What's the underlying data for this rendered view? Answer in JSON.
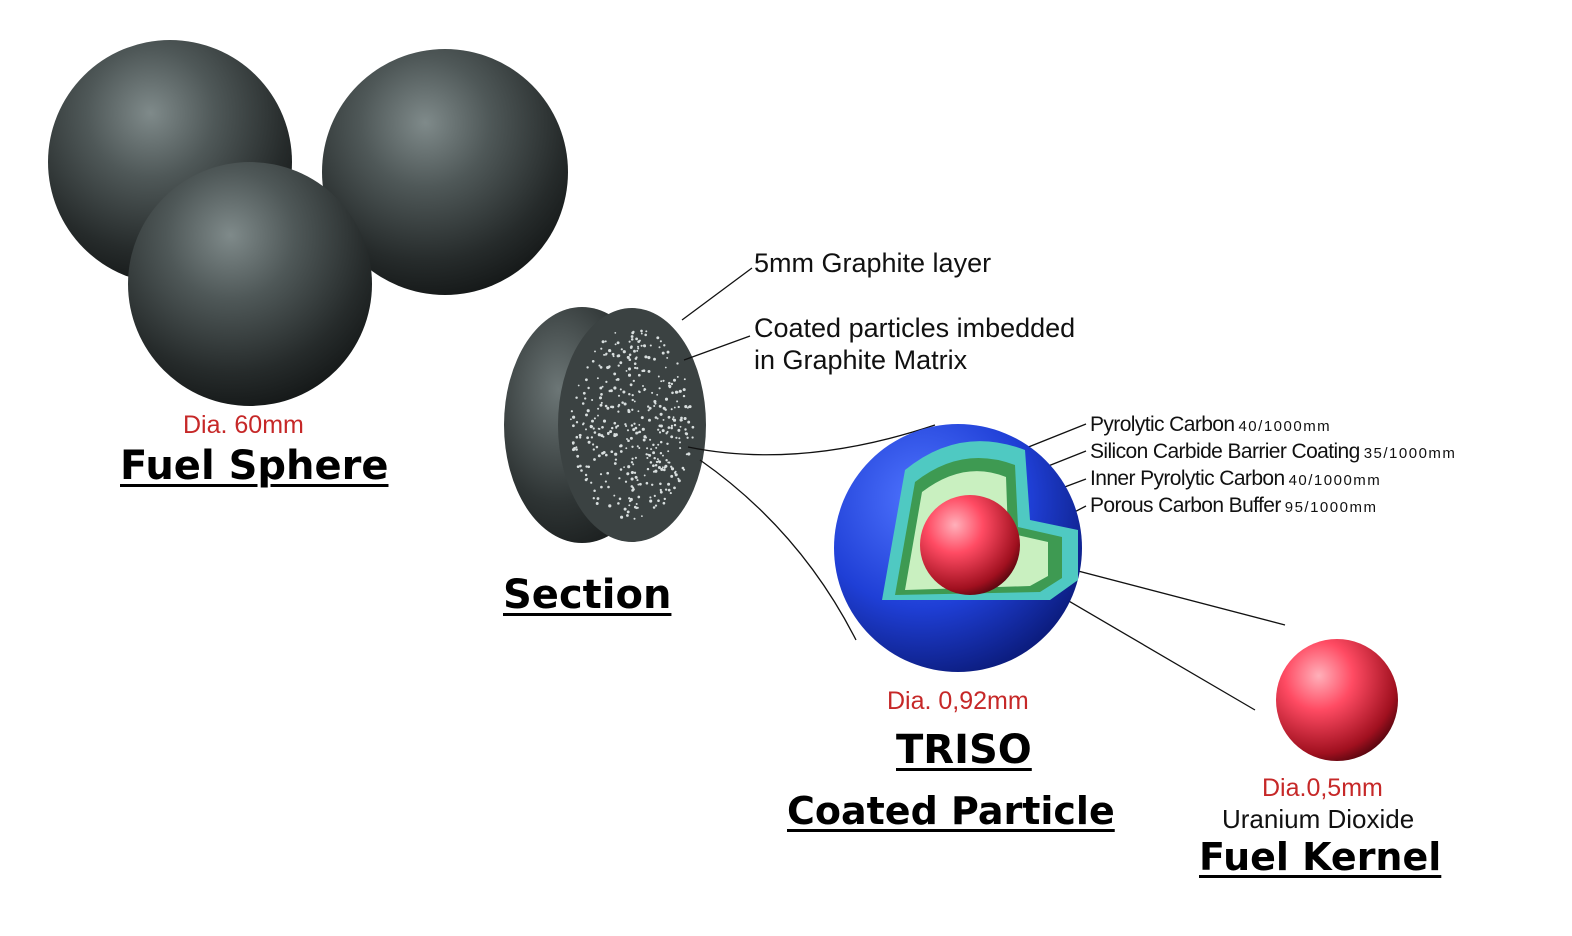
{
  "fuel_sphere": {
    "diameter": "Dia. 60mm",
    "title": "Fuel Sphere"
  },
  "section": {
    "title": "Section",
    "annotation_graphite_layer": "5mm Graphite layer",
    "annotation_particles_line1": "Coated particles imbedded",
    "annotation_particles_line2": "in Graphite Matrix"
  },
  "triso": {
    "diameter": "Dia. 0,92mm",
    "title_line1": "TRISO",
    "title_line2": "Coated Particle",
    "layers": [
      {
        "name": "Pyrolytic Carbon",
        "thickness": "40/1000mm"
      },
      {
        "name": "Silicon Carbide Barrier Coating",
        "thickness": "35/1000mm"
      },
      {
        "name": "Inner Pyrolytic Carbon",
        "thickness": "40/1000mm"
      },
      {
        "name": "Porous Carbon Buffer",
        "thickness": "95/1000mm"
      }
    ]
  },
  "fuel_kernel": {
    "diameter": "Dia.0,5mm",
    "material": "Uranium Dioxide",
    "title": "Fuel Kernel"
  },
  "colors": {
    "graphite": "#2a2f2f",
    "outer_pyrolytic_carbon": "#1f3fd6",
    "silicon_carbide": "#4fc9c2",
    "inner_pyrolytic_carbon": "#3e9a52",
    "buffer": "#c9f0c0",
    "kernel": "#e8203a",
    "diameter_text": "#c62828"
  }
}
